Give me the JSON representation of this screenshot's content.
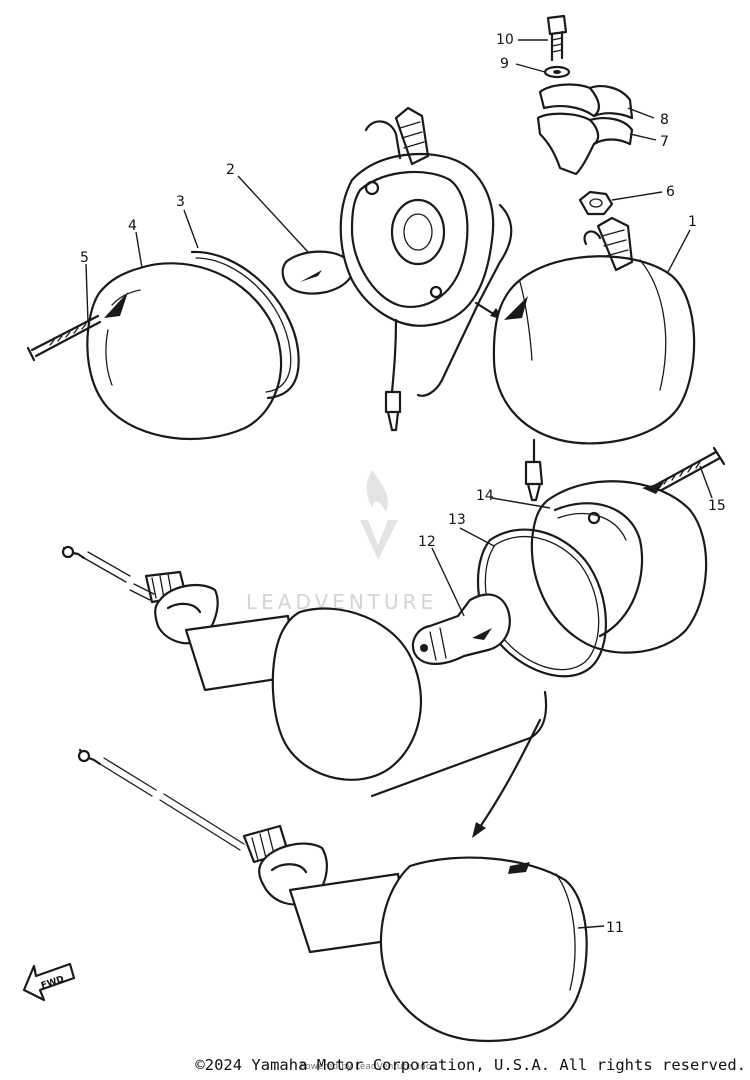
{
  "callouts": {
    "c1": "1",
    "c2": "2",
    "c3": "3",
    "c4": "4",
    "c5": "5",
    "c6": "6",
    "c7": "7",
    "c8": "8",
    "c9": "9",
    "c10": "10",
    "c11": "11",
    "c12": "12",
    "c13": "13",
    "c14": "14",
    "c15": "15"
  },
  "fwd_label": "FWD",
  "watermark": {
    "brand": "LEADVENTURE",
    "sub": "Powered by LeadVenture, Inc."
  },
  "copyright": "©2024 Yamaha Motor Corporation, U.S.A. All rights reserved."
}
